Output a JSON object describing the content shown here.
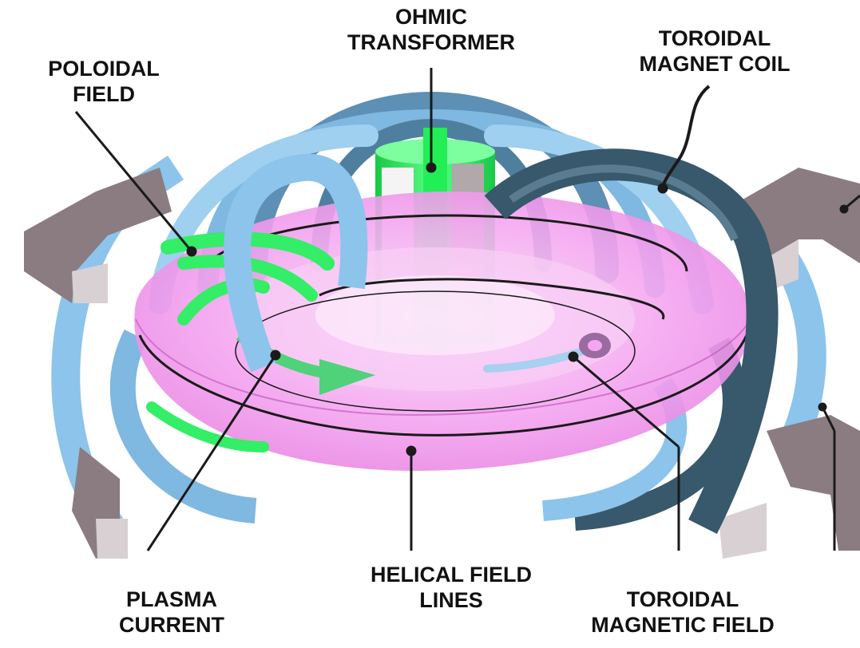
{
  "diagram": {
    "labels": {
      "ohmic_transformer": [
        "OHMIC",
        "TRANSFORMER"
      ],
      "toroidal_magnet_coil": [
        "TOROIDAL",
        "MAGNET COIL"
      ],
      "poloidal_field": [
        "POLOIDAL",
        "FIELD"
      ],
      "helical_field_lines": [
        "HELICAL FIELD",
        "LINES"
      ],
      "plasma_current": [
        "PLASMA",
        "CURRENT"
      ],
      "toroidal_magnetic_field": [
        "TOROIDAL",
        "MAGNETIC FIELD"
      ]
    },
    "colors": {
      "plasma": "#f4a6f0",
      "coil_light": "#8cc4ec",
      "coil_dark": "#38586c",
      "coil_cap": "#8a7c80",
      "transformer": "#22ee55",
      "field_arrow": "#33ee66",
      "leader_line": "#1a1a1a"
    }
  }
}
